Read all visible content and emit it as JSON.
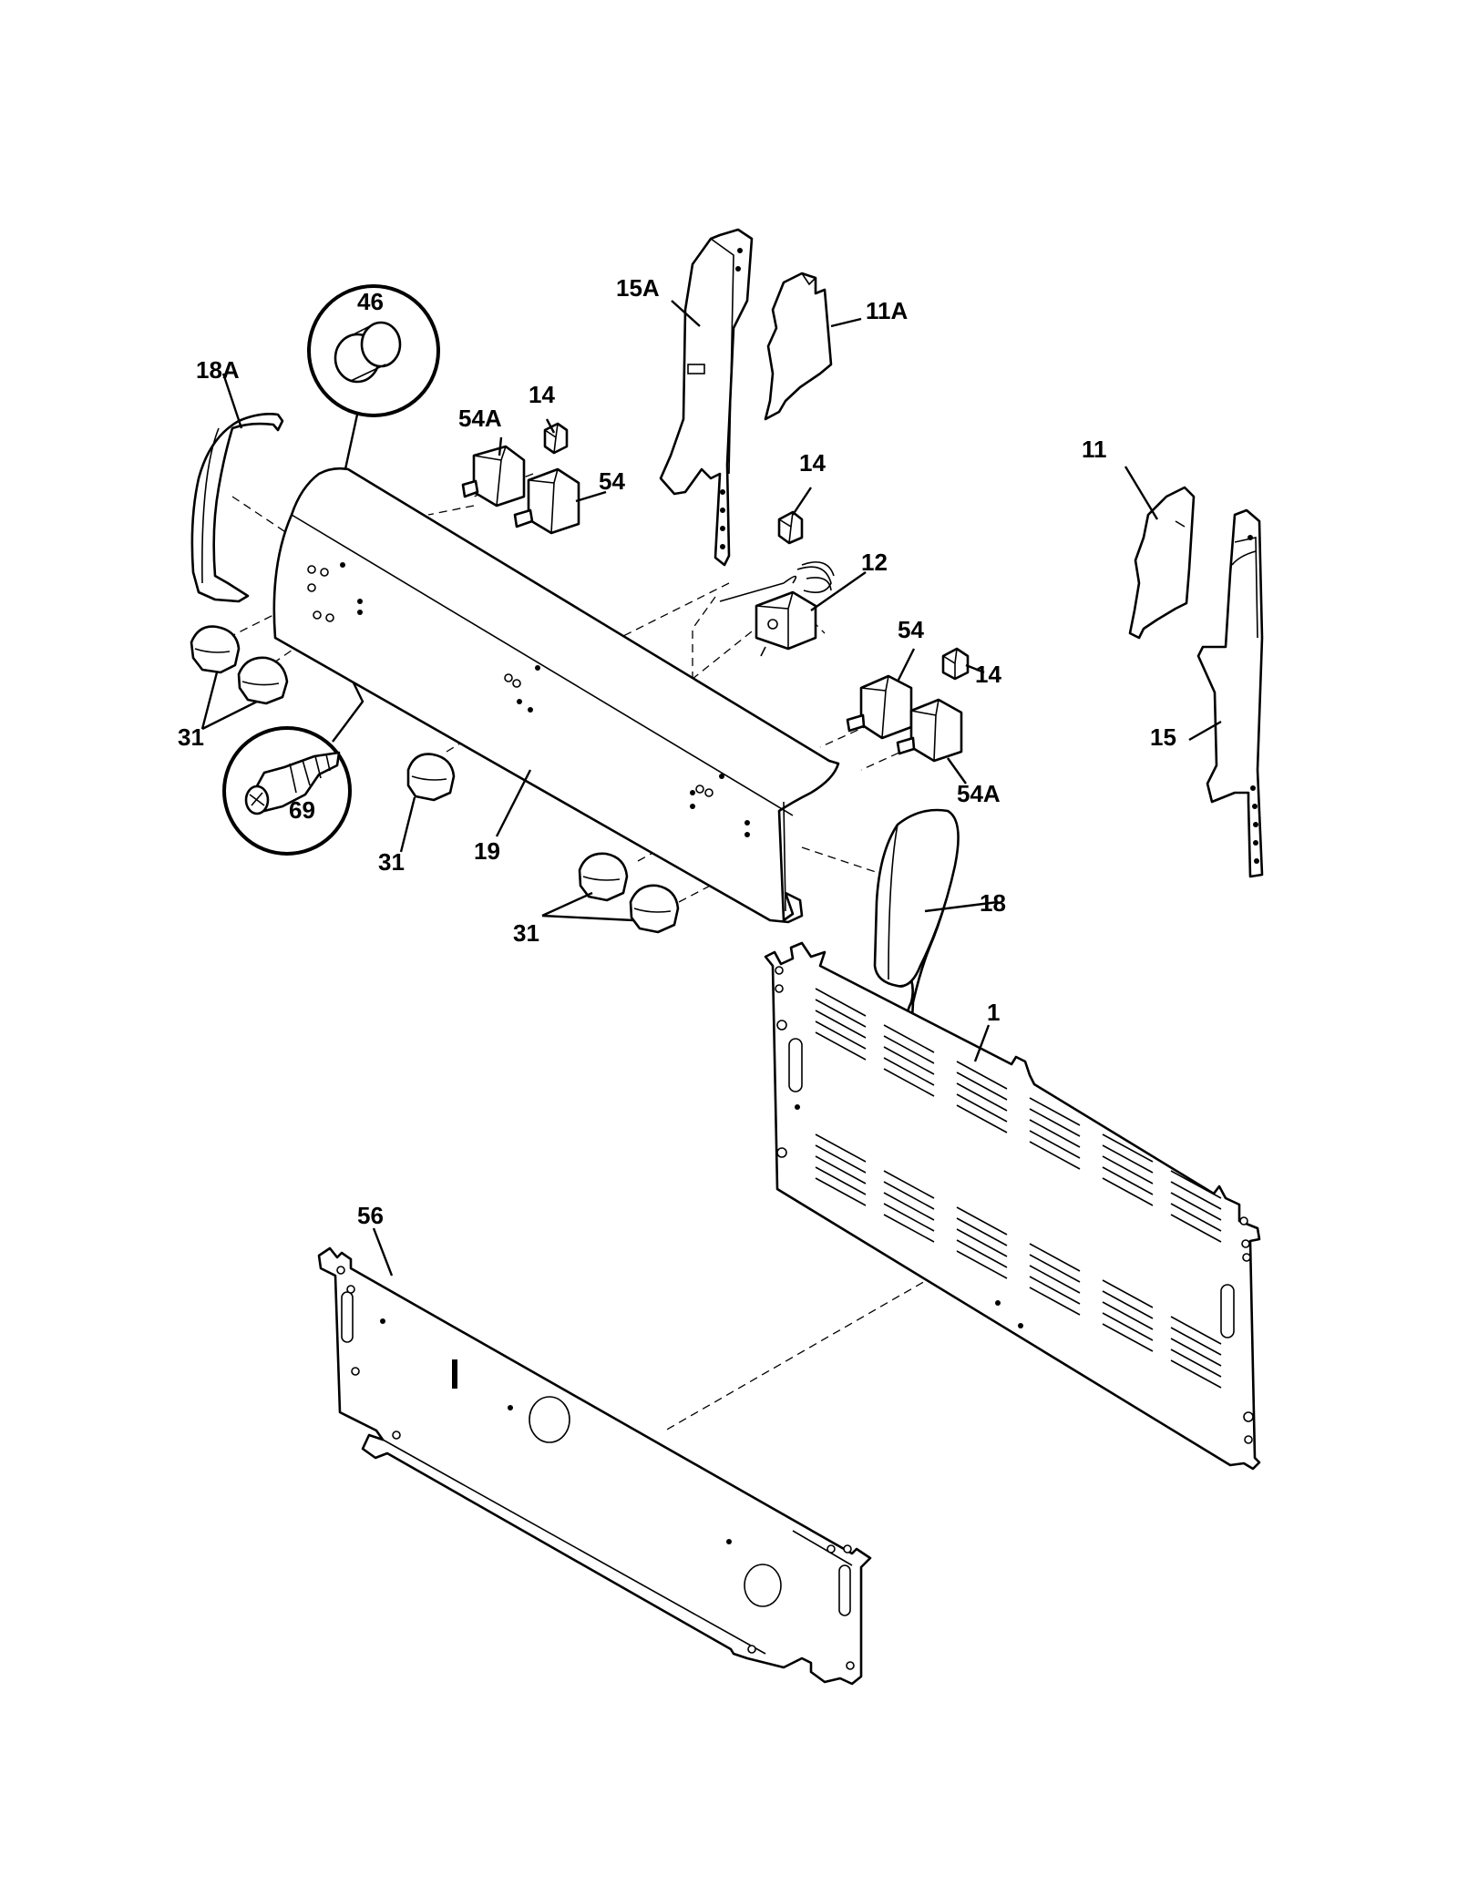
{
  "diagram": {
    "labels": {
      "p46": "46",
      "p15A": "15A",
      "p11A": "11A",
      "p18A": "18A",
      "p54A_top": "54A",
      "p14_a": "14",
      "p54_top": "54",
      "p14_b": "14",
      "p11": "11",
      "p12": "12",
      "p54_mid": "54",
      "p14_c": "14",
      "p15": "15",
      "p31_left": "31",
      "p54A_mid": "54A",
      "p69": "69",
      "p31_mid": "31",
      "p19": "19",
      "p18": "18",
      "p31_bottom": "31",
      "p1": "1",
      "p56": "56"
    }
  }
}
